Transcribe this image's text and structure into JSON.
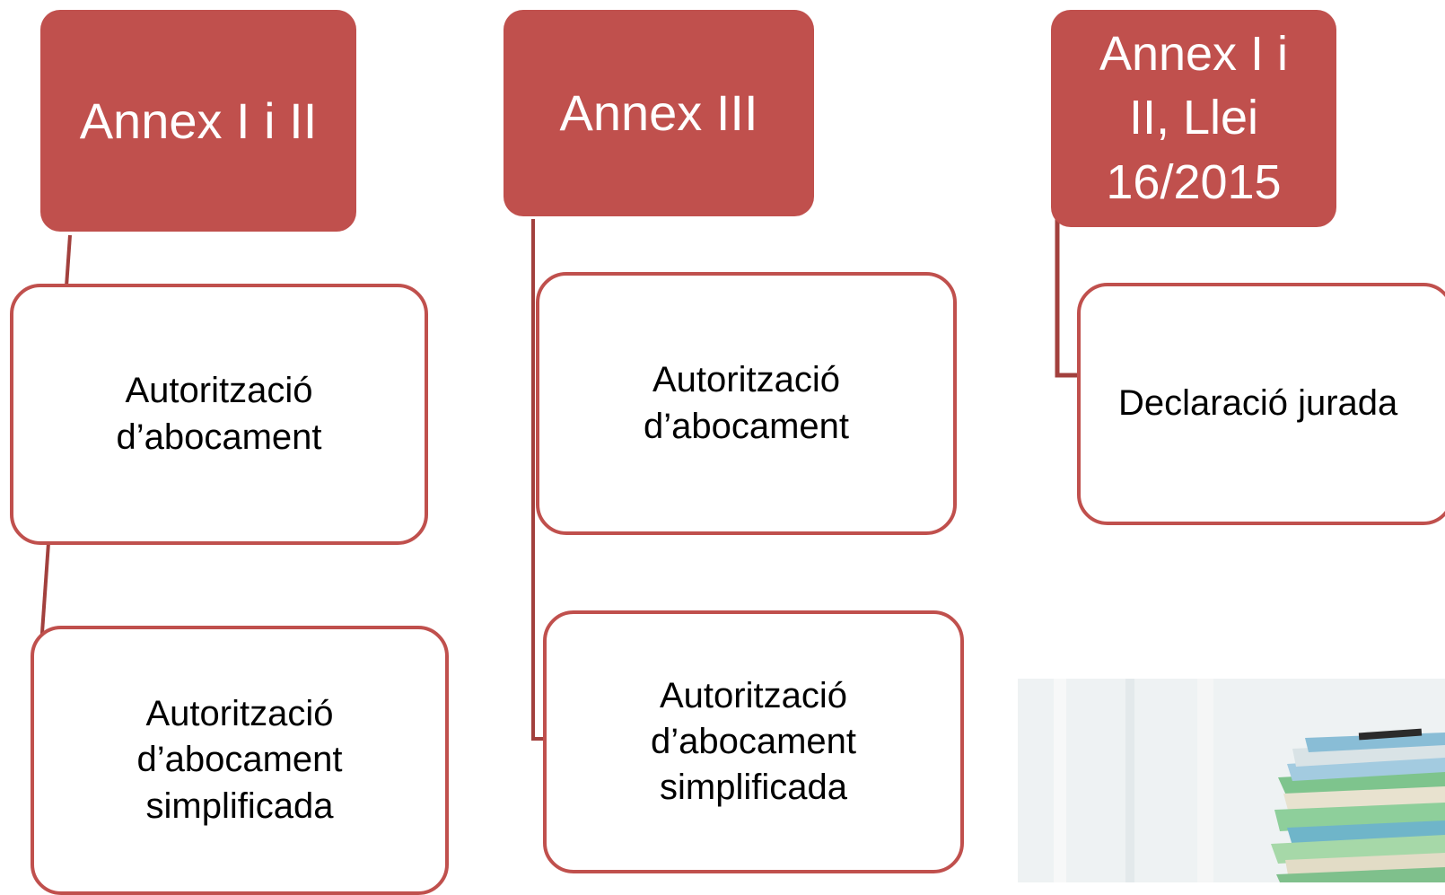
{
  "columns": [
    {
      "header": "Annex I i II",
      "children": [
        "Autorització\nd’abocament",
        "Autorització\nd’abocament\nsimplificada"
      ]
    },
    {
      "header": "Annex III",
      "children": [
        "Autorització\nd’abocament",
        "Autorització\nd’abocament\nsimplificada"
      ]
    },
    {
      "header": "Annex I i\nII, Llei\n16/2015",
      "children": [
        "Declaració jurada"
      ]
    }
  ],
  "colors": {
    "header_fill": "#c0504d",
    "child_border": "#c0504d",
    "connector": "#a2403d"
  },
  "image": {
    "subject": "stack-of-folders-photo"
  }
}
